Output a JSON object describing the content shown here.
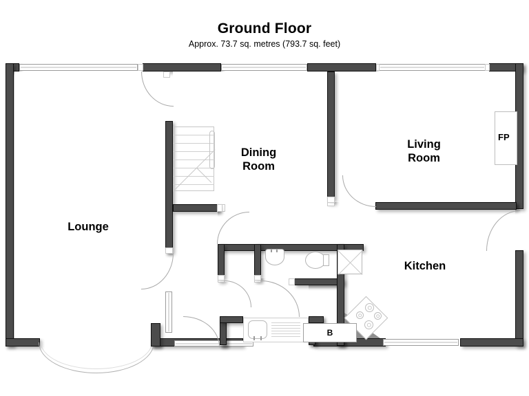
{
  "header": {
    "title": "Ground Floor",
    "subtitle": "Approx. 73.7 sq. metres (793.7 sq. feet)"
  },
  "plan": {
    "type": "floor-plan",
    "floor": "Ground Floor",
    "area_sq_metres": 73.7,
    "area_sq_feet": 793.7,
    "rooms": [
      {
        "name": "Lounge",
        "label": "Lounge"
      },
      {
        "name": "Dining Room",
        "label": "Dining\nRoom"
      },
      {
        "name": "Living Room",
        "label": "Living\nRoom"
      },
      {
        "name": "Kitchen",
        "label": "Kitchen"
      }
    ],
    "annotations": [
      {
        "name": "fireplace",
        "label": "FP"
      },
      {
        "name": "boiler",
        "label": "B"
      }
    ],
    "features": {
      "windows": 4,
      "bay_window": 1,
      "staircase": 1,
      "doors": 7,
      "bathroom_fixtures": [
        "wash-basin",
        "toilet"
      ],
      "kitchen_fixtures": [
        "sink",
        "drainer",
        "hob",
        "boiler",
        "cupboard"
      ]
    }
  },
  "colors": {
    "wall": "#4c4c4c",
    "wall_outline": "#111111",
    "window": "#ffffff",
    "door_arc": "#a9a9a9",
    "text": "#000000",
    "background": "#ffffff"
  }
}
